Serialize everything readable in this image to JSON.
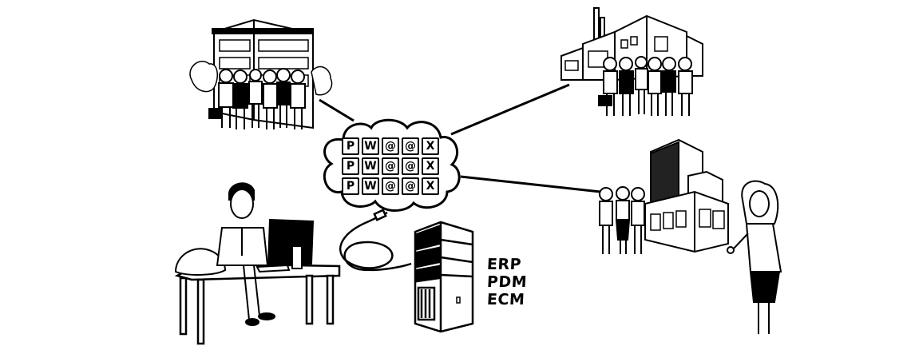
{
  "diagram": {
    "title": "Company network connected through cloud services",
    "colors": {
      "ink": "#000000",
      "paper": "#ffffff"
    },
    "nodes": [
      {
        "id": "headquarters",
        "label": "Headquarters building with staff group"
      },
      {
        "id": "factory",
        "label": "Factory with staff group"
      },
      {
        "id": "office",
        "label": "Office/retail building with staff and presenter"
      },
      {
        "id": "engineer",
        "label": "Employee at desk with computer and hard hat"
      },
      {
        "id": "server",
        "label": "Server tower with cable"
      }
    ],
    "cloud": {
      "rows": [
        [
          "P",
          "W",
          "@",
          "@",
          "X"
        ],
        [
          "P",
          "W",
          "@",
          "@",
          "X"
        ],
        [
          "P",
          "W",
          "@",
          "@",
          "X"
        ]
      ]
    },
    "server_labels": [
      "ERP",
      "PDM",
      "ECM"
    ],
    "edges": [
      {
        "from": "headquarters",
        "to": "cloud"
      },
      {
        "from": "cloud",
        "to": "factory"
      },
      {
        "from": "cloud",
        "to": "office"
      }
    ]
  }
}
